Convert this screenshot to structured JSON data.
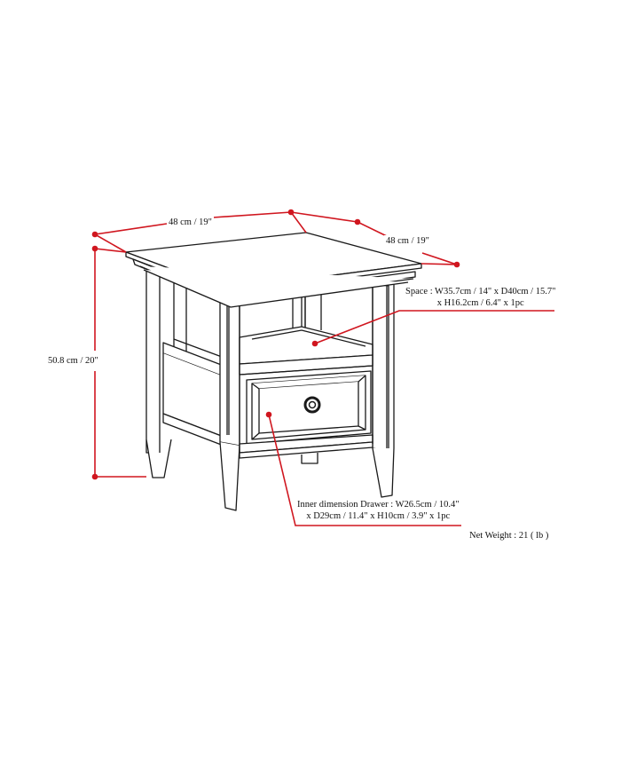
{
  "diagram": {
    "subject": "End table with drawer and open shelf",
    "colors": {
      "outline": "#1a1a1a",
      "dimension": "#d0161f",
      "background": "#ffffff"
    }
  },
  "dimensions": {
    "width": {
      "label": "48 cm / 19\""
    },
    "depth": {
      "label": "48 cm / 19\""
    },
    "height": {
      "label": "50.8 cm / 20\""
    }
  },
  "callouts": {
    "shelf_space": {
      "line1": "Space : W35.7cm / 14\" x D40cm / 15.7\"",
      "line2": "x H16.2cm / 6.4\" x 1pc"
    },
    "drawer_inner": {
      "line1": "Inner dimension Drawer : W26.5cm / 10.4\"",
      "line2": "x D29cm / 11.4\" x H10cm / 3.9\" x 1pc"
    }
  },
  "specs": {
    "net_weight": "Net Weight : 21 ( lb )"
  }
}
